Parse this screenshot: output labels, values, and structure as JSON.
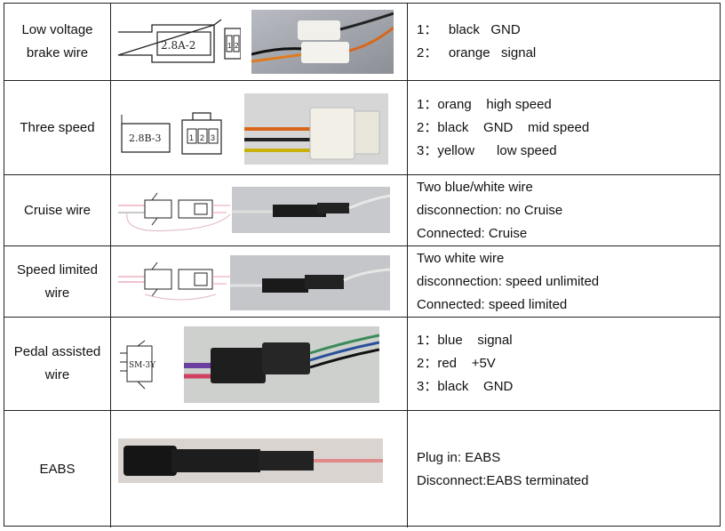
{
  "rows": [
    {
      "name": "Low voltage brake wire",
      "name_lines": [
        "Low voltage",
        "brake wire"
      ],
      "connector_label": "2.8A-2",
      "pin_labels": [
        "1",
        "2"
      ],
      "desc": [
        "1：   black   GND",
        "2：   orange   signal"
      ]
    },
    {
      "name": "Three speed",
      "name_lines": [
        "Three speed"
      ],
      "connector_label": "2.8B-3",
      "pin_labels": [
        "1",
        "2",
        "3"
      ],
      "desc": [
        "1：orang    high speed",
        "2：black    GND    mid speed",
        "3：yellow      low speed"
      ]
    },
    {
      "name": "Cruise wire",
      "name_lines": [
        "Cruise wire"
      ],
      "desc": [
        "Two blue/white wire",
        "disconnection: no Cruise",
        "Connected: Cruise"
      ]
    },
    {
      "name": "Speed limited wire",
      "name_lines": [
        "Speed limited",
        "wire"
      ],
      "desc": [
        "Two white wire",
        "disconnection: speed unlimited",
        "Connected: speed limited"
      ]
    },
    {
      "name": "Pedal assisted wire",
      "name_lines": [
        "Pedal assisted",
        "wire"
      ],
      "connector_label": "SM-3Y",
      "desc": [
        "1：blue    signal",
        "2：red    +5V",
        "3：black    GND"
      ]
    },
    {
      "name": "EABS",
      "name_lines": [
        "EABS"
      ],
      "desc": [
        "Plug in: EABS",
        "Disconnect:EABS terminated"
      ]
    }
  ]
}
